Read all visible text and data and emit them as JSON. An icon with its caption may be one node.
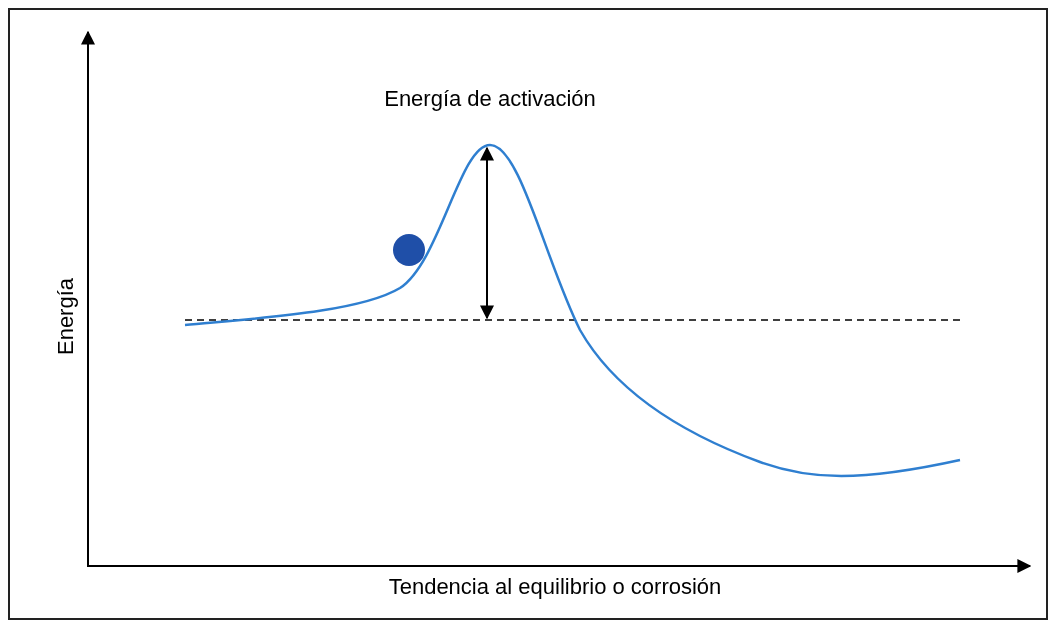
{
  "diagram": {
    "labels": [
      "Energía de activación",
      "Energía",
      "Tendencia al equilibrio o corrosión"
    ]
  }
}
